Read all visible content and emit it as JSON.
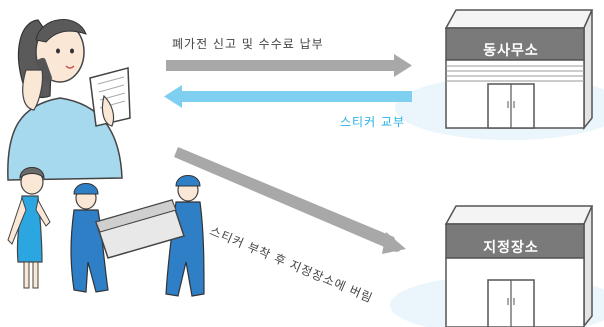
{
  "office": {
    "name": "동사무소"
  },
  "disposal_place": {
    "name": "지정장소"
  },
  "steps": {
    "report_and_pay": "폐가전 신고 및 수수료 납부",
    "sticker_issue": "스티커 교부",
    "attach_and_dispose": "스티커 부착 후 지정장소에 버림"
  },
  "colors": {
    "arrow_gray": "#a8a8a8",
    "arrow_blue": "#7fd0f0",
    "label_blue": "#2ab2e6",
    "sign_fill": "#7a7a7a",
    "ground_tint": "#eaf5fc"
  }
}
